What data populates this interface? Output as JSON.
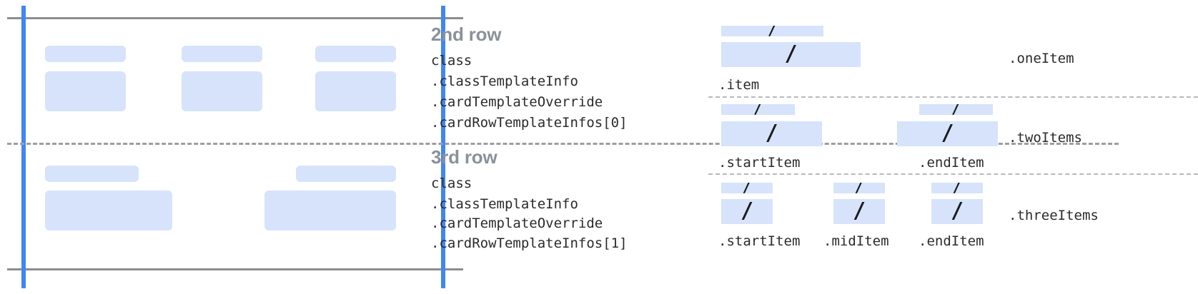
{
  "colors": {
    "placeholder_fill": "#d7e3fb",
    "guide_blue": "#4285f4",
    "rule_gray": "#8d8d8d",
    "dash_gray": "#9e9e9e",
    "heading_gray": "#8a9199",
    "code_text": "#2b2b2b"
  },
  "card_preview": {
    "rows": [
      {
        "name": "row-2-preview",
        "columns": 3
      },
      {
        "name": "row-3-preview",
        "columns": 2
      }
    ]
  },
  "row_descriptions": [
    {
      "heading": "2nd row",
      "code": [
        "class",
        ".classTemplateInfo",
        ".cardTemplateOverride",
        ".cardRowTemplateInfos[0]"
      ]
    },
    {
      "heading": "3rd row",
      "code": [
        "class",
        ".classTemplateInfo",
        ".cardTemplateOverride",
        ".cardRowTemplateInfos[1]"
      ]
    }
  ],
  "legend": {
    "groups": [
      {
        "group_label": ".oneItem",
        "items": [
          {
            "label": ".item",
            "glyph": "/"
          }
        ]
      },
      {
        "group_label": ".twoItems",
        "items": [
          {
            "label": ".startItem",
            "glyph": "/"
          },
          {
            "label": ".endItem",
            "glyph": "/"
          }
        ]
      },
      {
        "group_label": ".threeItems",
        "items": [
          {
            "label": ".startItem",
            "glyph": "/"
          },
          {
            "label": ".midItem",
            "glyph": "/"
          },
          {
            "label": ".endItem",
            "glyph": "/"
          }
        ]
      }
    ]
  }
}
